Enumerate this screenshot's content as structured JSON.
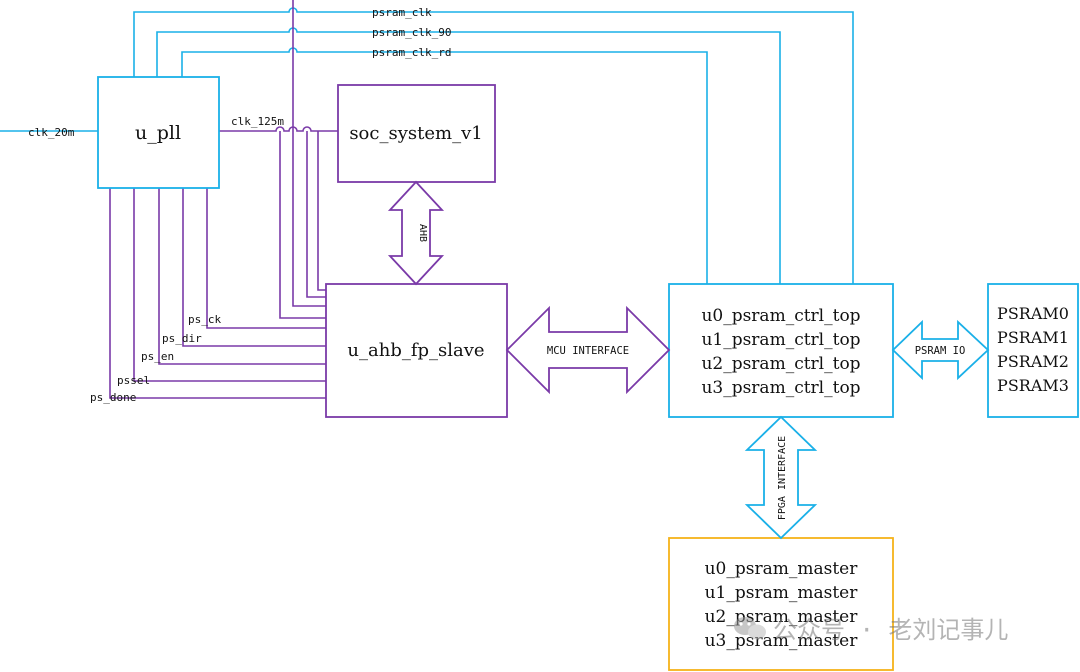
{
  "blocks": {
    "pll": "u_pll",
    "soc": "soc_system_v1",
    "ahb_slave": "u_ahb_fp_slave",
    "ctrl": [
      "u0_psram_ctrl_top",
      "u1_psram_ctrl_top",
      "u2_psram_ctrl_top",
      "u3_psram_ctrl_top"
    ],
    "psram": [
      "PSRAM0",
      "PSRAM1",
      "PSRAM2",
      "PSRAM3"
    ],
    "master": [
      "u0_psram_master",
      "u1_psram_master",
      "u2_psram_master",
      "u3_psram_master"
    ]
  },
  "signals": {
    "clk_in": "clk_20m",
    "clk_125m": "clk_125m",
    "psram_clk": "psram_clk",
    "psram_clk_90": "psram_clk_90",
    "psram_clk_rd": "psram_clk_rd",
    "ps_ck": "ps_ck",
    "ps_dir": "ps_dir",
    "ps_en": "ps_en",
    "pssel": "pssel",
    "ps_done": "ps_done"
  },
  "interfaces": {
    "ahb": "AHB",
    "mcu": "MCU INTERFACE",
    "psram_io": "PSRAM IO",
    "fpga": "FPGA INTERFACE"
  },
  "watermark": "公众号 · 老刘记事儿",
  "colors": {
    "cyan": "#1ab0e8",
    "purple": "#7a3aa8",
    "orange": "#f5b21a"
  }
}
